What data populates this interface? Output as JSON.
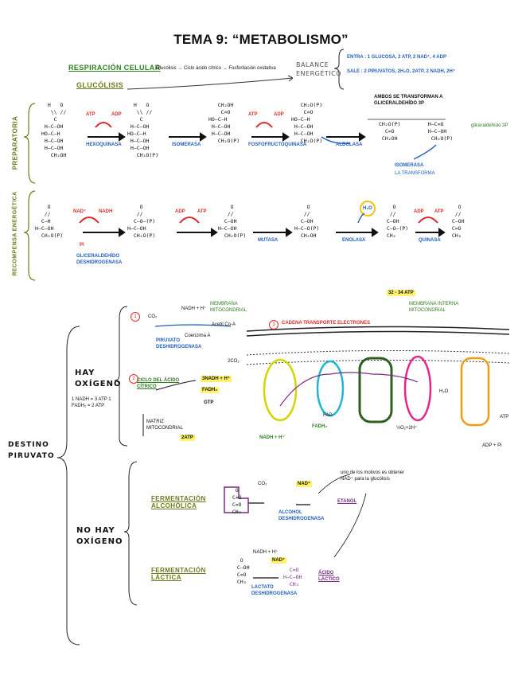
{
  "title": "TEMA 9: “METABOLISMO”",
  "header": {
    "respiracion": "RESPIRACIÓN CELULAR",
    "respiracion_note": "Glucólisis → Ciclo ácido cítrico → Fosforilación oxidativa",
    "glucolisis": "GLUCÓLISIS",
    "balance": "BALANCE ENERGÉTICO",
    "entra": "ENTRA : 1 GLUCOSA, 2 ATP, 2 NAD⁺, 4 ADP",
    "sale": "SALE : 2 PIRUVATOS, 2H₂O, 2ATP, 2 NADH, 2H⁺",
    "ambos": "AMBOS SE TRANSFORMAN A GLICERALDEHÍDO 3P",
    "isomerasa_note": "LA TRANSFORMA",
    "isomerasa": "ISOMERASA",
    "glice_note": "gliceraldehído 3P"
  },
  "phases": {
    "preparatoria": "PREPARATORIA",
    "recompensa": "RECOMPENSA ENERGÉTICA"
  },
  "enzymes": {
    "hexoquinasa": "HEXOQUINASA",
    "isomerasa": "ISOMERASA",
    "fosfofructo": "FOSFOFRUCTOQUINASA",
    "aldolasa": "ALDOLASA",
    "glice_deshidro": "GLICERALDEHÍDO DESHIDROGENASA",
    "mutasa": "MUTASA",
    "enolasa": "ENOLASA",
    "quinasa": "QUINASA"
  },
  "cofactors": {
    "atp": "ATP",
    "adp": "ADP",
    "nad": "NAD⁺",
    "nadh": "NADH",
    "pi": "Pi",
    "h2o": "H₂O",
    "p": "P"
  },
  "destino": {
    "label": "DESTINO PIRUVATO",
    "hay": "HAY OXÍGENO",
    "hay_note": "1 NADH = 3 ATP  1 FADH₂ = 2 ATP",
    "no_hay": "NO HAY OXÍGENO",
    "membrana_mito": "MEMBRANA MITOCONDRIAL",
    "piruvato_deshidro": "PIRUVATO DESHIDROGENASA",
    "coenzima": "Coenzima A",
    "acetil": "Acetil Co-A",
    "nadh_h": "NADH + H⁺",
    "co2": "CO₂",
    "cadena": "CADENA TRANSPORTE ELECTRONES",
    "atp_total": "32 - 34 ATP",
    "membrana_interna": "MEMBRANA INTERNA MITOCONDRIAL",
    "ciclo": "CICLO DEL ÁCIDO CÍTRICO",
    "ciclo_products": [
      "3NADH + H⁺",
      "FADH₂",
      "GTP"
    ],
    "co2_2": "2CO₂",
    "matriz": "MATRIZ MITOCONDRIAL",
    "two_atp": "2ATP",
    "nadh_hplus": "NADH + H⁺",
    "fadh2": "FADH₂",
    "fad": "FAD",
    "o2": "½O₂+2H⁺",
    "h2o": "H₂O",
    "adp_pi": "ADP + Pi",
    "atp": "ATP",
    "num1": "1",
    "num2": "2",
    "num3": "3"
  },
  "fermentacion": {
    "alcoholica": "FERMENTACIÓN ALCOHÓLICA",
    "lactica": "FERMENTACIÓN LÁCTICA",
    "alcohol_deshidro": "ALCOHOL DESHIDROGENASA",
    "lactato_deshidro": "LACTATO DESHIDROGENASA",
    "etanol": "ETANOL",
    "acido_lactico": "ÁCIDO LÁCTICO",
    "note": "uno de los motivos es obtener NAD⁺ para la glucólisis",
    "co2": "CO₂",
    "nadh": "NADH + H⁺",
    "nad": "NAD⁺"
  },
  "colors": {
    "green": "#2f7d1f",
    "blue": "#1f5fbf",
    "red": "#e02b2b",
    "yellow": "#fff36b",
    "olive": "#6b7d1c",
    "purple": "#7b2a86"
  }
}
